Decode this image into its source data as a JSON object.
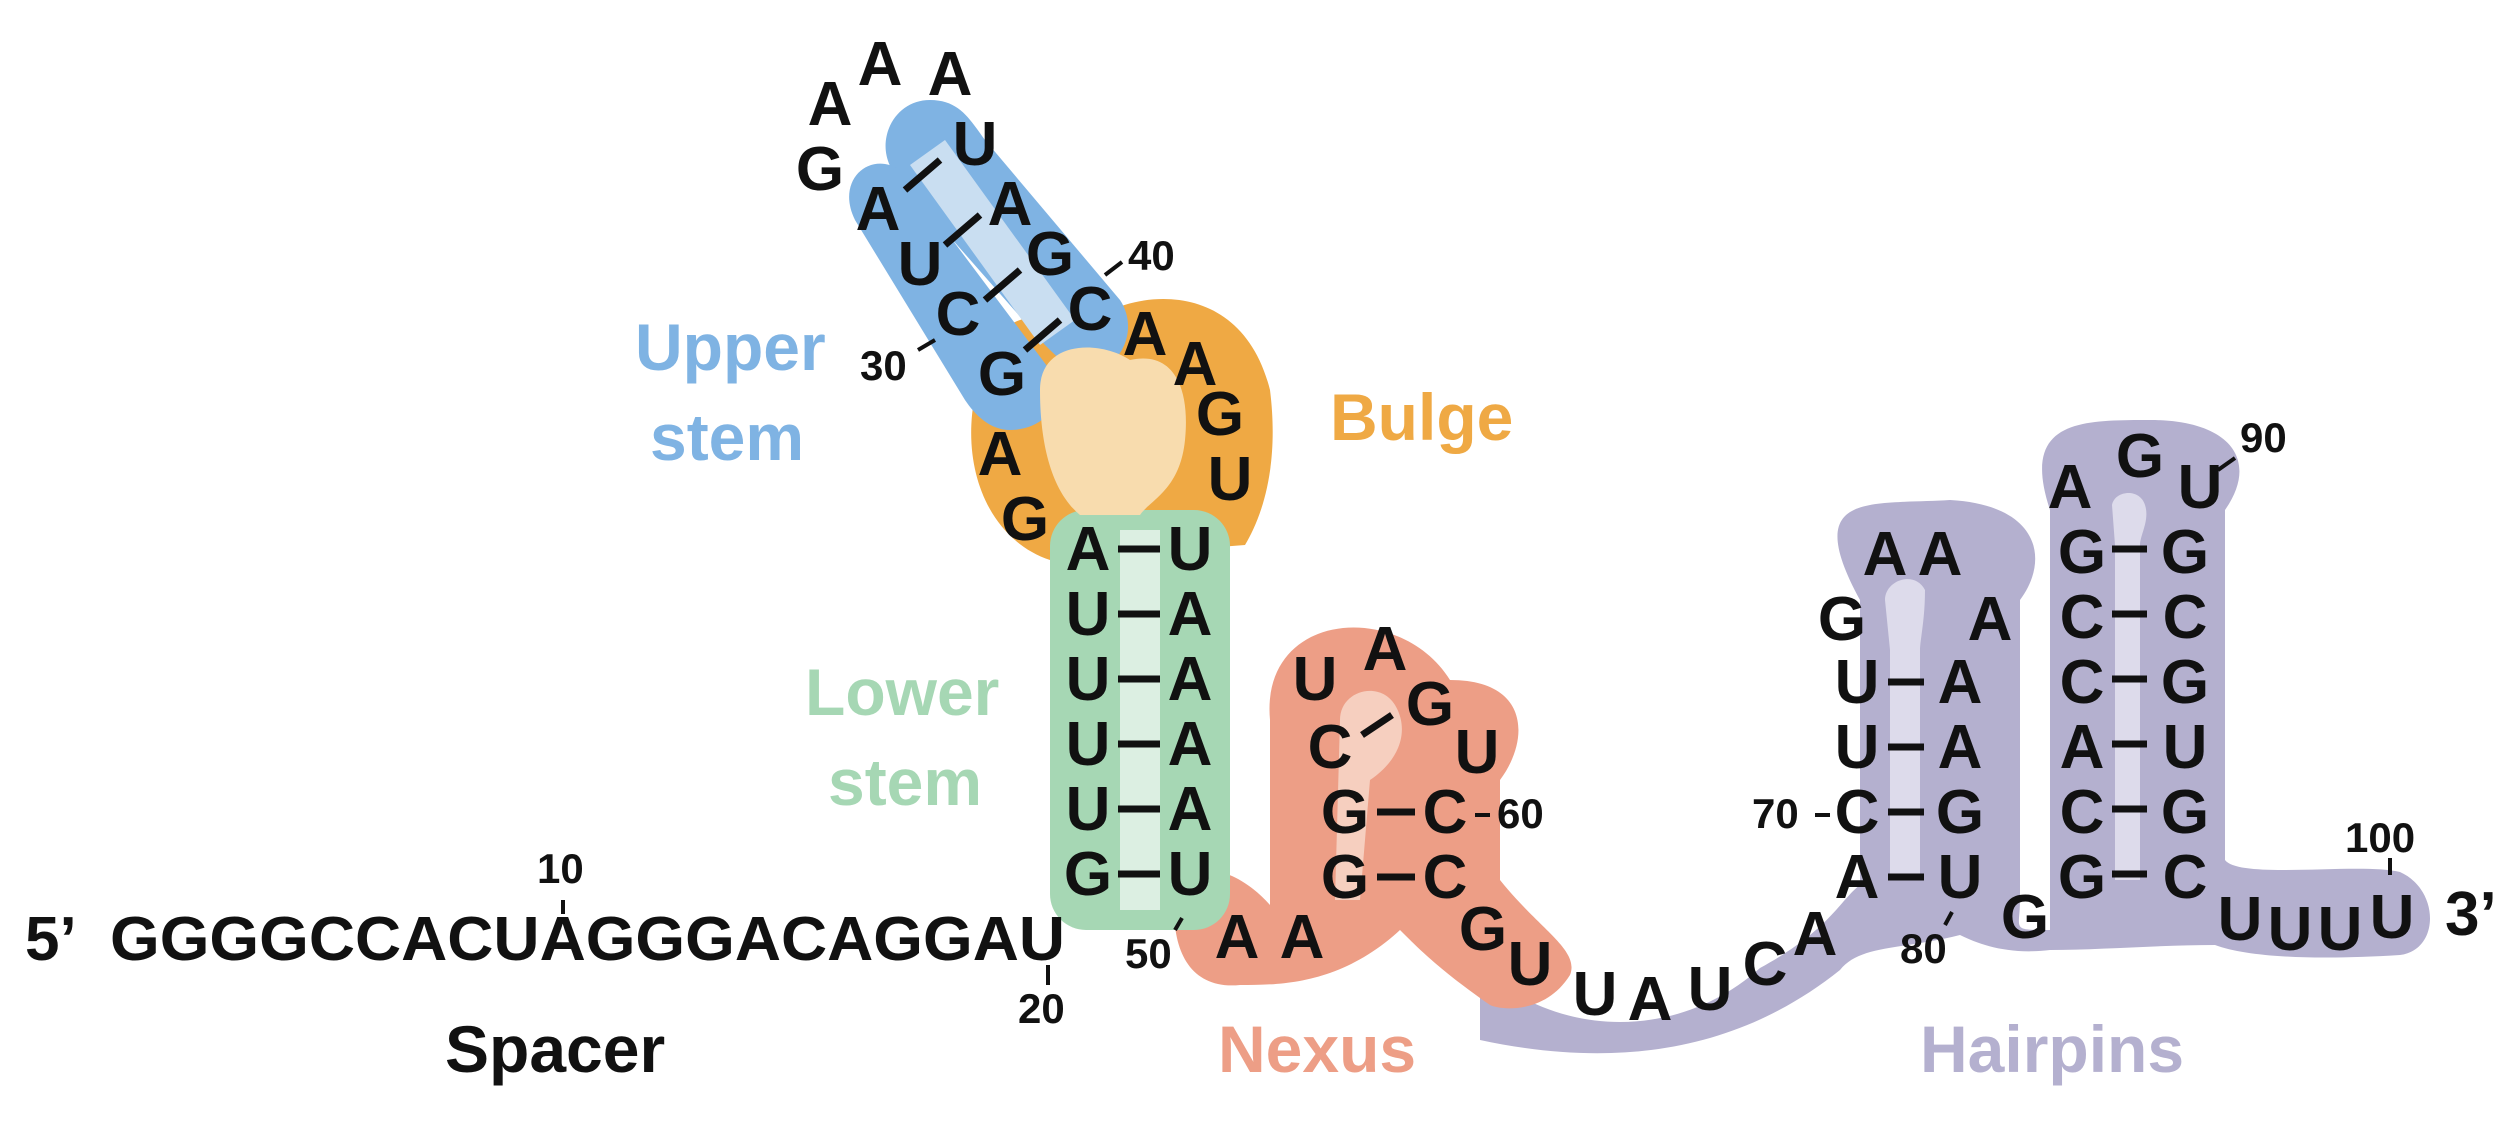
{
  "colors": {
    "upper_stem": "#7fb3e3",
    "upper_stem_light": "#c9def1",
    "bulge": "#efa944",
    "bulge_light": "#f8dcae",
    "lower_stem": "#a6d7b4",
    "lower_stem_light": "#dcefe2",
    "nexus": "#ed9e86",
    "nexus_light": "#f6cfbf",
    "hairpins": "#b4b0cf",
    "hairpins_light": "#dddbeb",
    "spacer_label": "#111111"
  },
  "labels": {
    "upper_stem_line1": "Upper",
    "upper_stem_line2": "stem",
    "bulge": "Bulge",
    "lower_stem_line1": "Lower",
    "lower_stem_line2": "stem",
    "nexus": "Nexus",
    "hairpins": "Hairpins",
    "spacer": "Spacer"
  },
  "ends": {
    "five_prime": "5’",
    "three_prime": "3’"
  },
  "spacer_sequence": "GGGGCCACUAGGGACAGGAU",
  "position_numbers": {
    "n10": "10",
    "n20": "20",
    "n30": "30",
    "n40": "40",
    "n50": "50",
    "n60": "60",
    "n70": "70",
    "n80": "80",
    "n90": "90",
    "n100": "100"
  },
  "nucleotides": {
    "upper_stem": {
      "left": [
        "G",
        "C",
        "U",
        "A"
      ],
      "right": [
        "U",
        "A",
        "G",
        "C"
      ],
      "loop": [
        "G",
        "A",
        "A",
        "A"
      ]
    },
    "bulge": {
      "left": [
        "A",
        "G"
      ],
      "right": [
        "A",
        "A",
        "G",
        "U"
      ]
    },
    "lower_stem": {
      "left": [
        "A",
        "U",
        "U",
        "U",
        "U",
        "G"
      ],
      "right": [
        "U",
        "A",
        "A",
        "A",
        "A",
        "U"
      ]
    },
    "linker_after_lower_stem": [
      "A",
      "A"
    ],
    "nexus": {
      "left": [
        "G",
        "G",
        "C"
      ],
      "loop": [
        "U",
        "A",
        "G",
        "U"
      ],
      "right": [
        "C",
        "C",
        "G",
        "U"
      ]
    },
    "linker_between": [
      "U",
      "A",
      "U",
      "C",
      "A"
    ],
    "hairpin1": {
      "left": [
        "A",
        "C",
        "U",
        "U"
      ],
      "loop": [
        "G",
        "A",
        "A",
        "A"
      ],
      "right": [
        "A",
        "A",
        "G",
        "U"
      ]
    },
    "linker_hairpins": [
      "G"
    ],
    "hairpin2": {
      "left": [
        "G",
        "C",
        "A",
        "C",
        "C",
        "G"
      ],
      "loop": [
        "A",
        "G",
        "U"
      ],
      "right": [
        "G",
        "C",
        "G",
        "U",
        "G",
        "C"
      ]
    },
    "tail": [
      "U",
      "U",
      "U",
      "U"
    ]
  }
}
